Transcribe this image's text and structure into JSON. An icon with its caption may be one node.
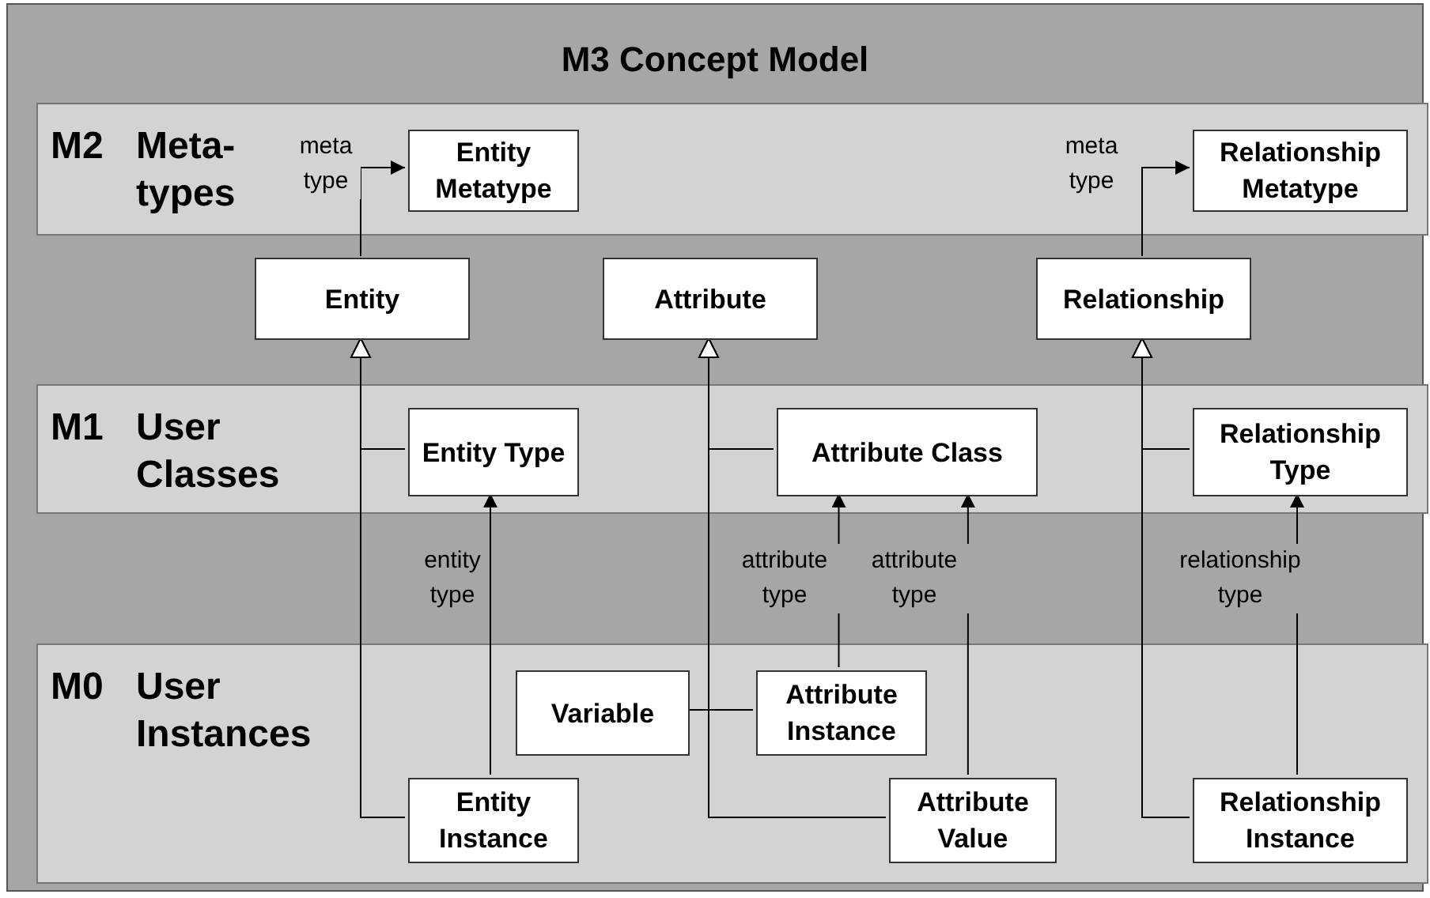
{
  "diagram": {
    "nodes": [
      {
        "text": [
          "M3 Concept Model"
        ]
      },
      {
        "text": [
          "M2",
          "Meta-types"
        ],
        "in": 0
      },
      {
        "text": [
          "Entity Metatype"
        ],
        "in": 1
      },
      {
        "text": [
          "Relationship Metatype"
        ],
        "in": 1
      },
      {
        "text": [
          "Entity"
        ],
        "in": 0
      },
      {
        "text": [
          "Attribute"
        ],
        "in": 0
      },
      {
        "text": [
          "Relationship"
        ],
        "in": 0
      },
      {
        "text": [
          "M1",
          "User Classes"
        ],
        "in": 0
      },
      {
        "text": [
          "Entity Type"
        ],
        "in": 7
      },
      {
        "text": [
          "Attribute Class"
        ],
        "in": 7
      },
      {
        "text": [
          "Relationship Type"
        ],
        "in": 7
      },
      {
        "text": [
          "M0",
          "User Instances"
        ],
        "in": 0
      },
      {
        "text": [
          "Variable"
        ],
        "in": 11
      },
      {
        "text": [
          "Attribute Instance"
        ],
        "in": 11
      },
      {
        "text": [
          "Entity Instance"
        ],
        "in": 11
      },
      {
        "text": [
          "Attribute Value"
        ],
        "in": 11
      },
      {
        "text": [
          "Relationship Instance"
        ],
        "in": 11
      }
    ],
    "edges": [
      {
        "from": 4,
        "to": 2,
        "arrow": "to",
        "label": "meta type"
      },
      {
        "from": 6,
        "to": 3,
        "arrow": "to",
        "label": "meta type"
      },
      {
        "from": 8,
        "to": 4,
        "arrow": "to"
      },
      {
        "from": 14,
        "to": 4,
        "arrow": "to"
      },
      {
        "from": 9,
        "to": 5,
        "arrow": "to"
      },
      {
        "from": 15,
        "to": 5,
        "arrow": "to"
      },
      {
        "from": 10,
        "to": 6,
        "arrow": "to"
      },
      {
        "from": 16,
        "to": 6,
        "arrow": "to"
      },
      {
        "from": 14,
        "to": 8,
        "arrow": "to",
        "label": "entity type"
      },
      {
        "from": 13,
        "to": 9,
        "arrow": "to",
        "label": "attribute type"
      },
      {
        "from": 15,
        "to": 9,
        "arrow": "to",
        "label": "attribute type"
      },
      {
        "from": 16,
        "to": 10,
        "arrow": "to",
        "label": "relationship type"
      },
      {
        "from": 12,
        "to": 13,
        "arrow": "none"
      }
    ]
  }
}
